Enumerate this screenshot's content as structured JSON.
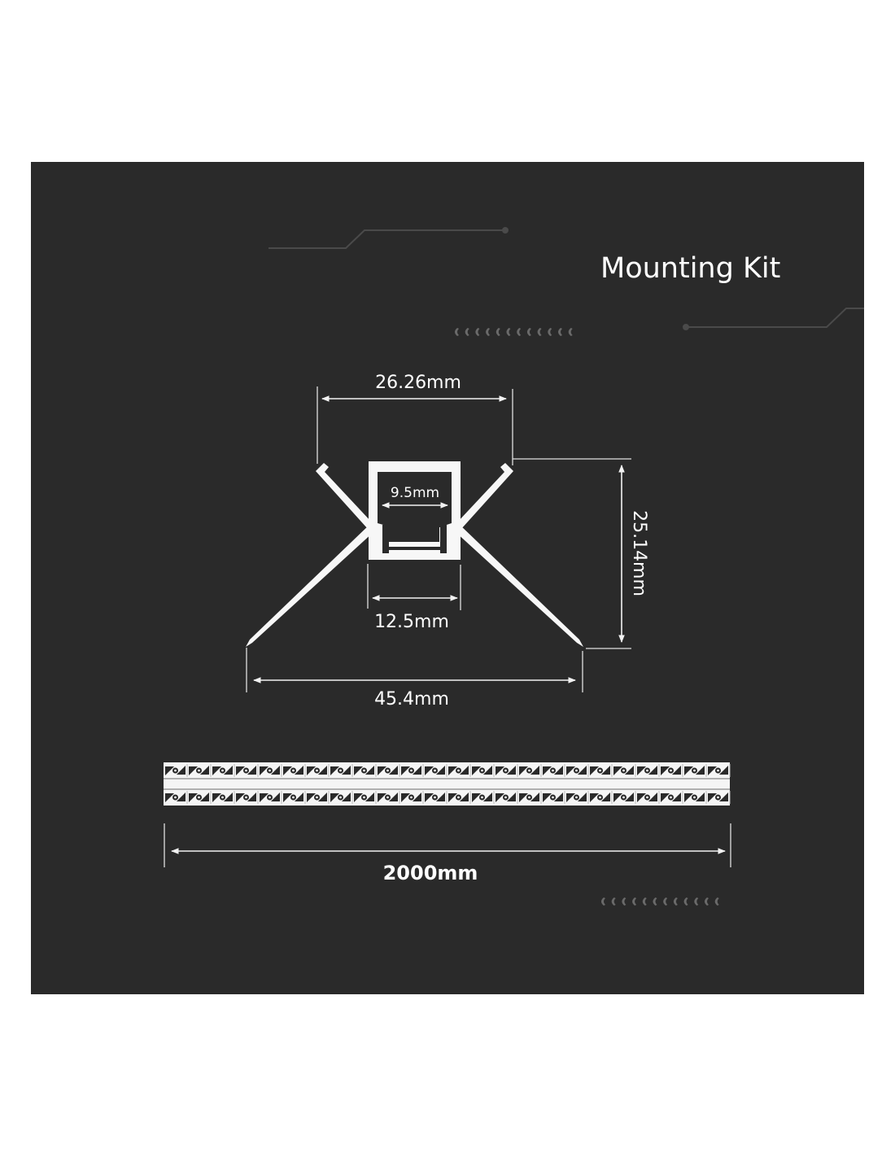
{
  "title": "Mounting Kit",
  "dimensions": {
    "top_width": "26.26mm",
    "inner_width": "9.5mm",
    "channel_width": "12.5mm",
    "height": "25.14mm",
    "total_width": "45.4mm",
    "length": "2000mm"
  },
  "colors": {
    "background": "#2a2a2a",
    "foreground": "#ffffff",
    "decoration": "#4a4a4a"
  },
  "chevron_groups": 2,
  "chevrons_per_group": 12,
  "strip_tiles": 24
}
